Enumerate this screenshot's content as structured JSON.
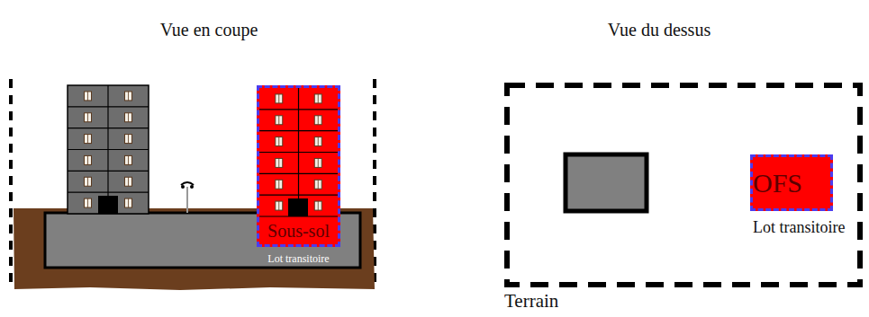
{
  "diagram": {
    "nodes": [
      {
        "text": [
          "Sous-sol",
          "Lot transitoire"
        ]
      },
      {
        "text": [
          "Terrain"
        ]
      },
      {
        "text": [
          "OFS",
          "Lot transitoire"
        ],
        "in": 1
      }
    ],
    "labels": [
      "Vue en coupe",
      "Vue du dessus"
    ]
  }
}
